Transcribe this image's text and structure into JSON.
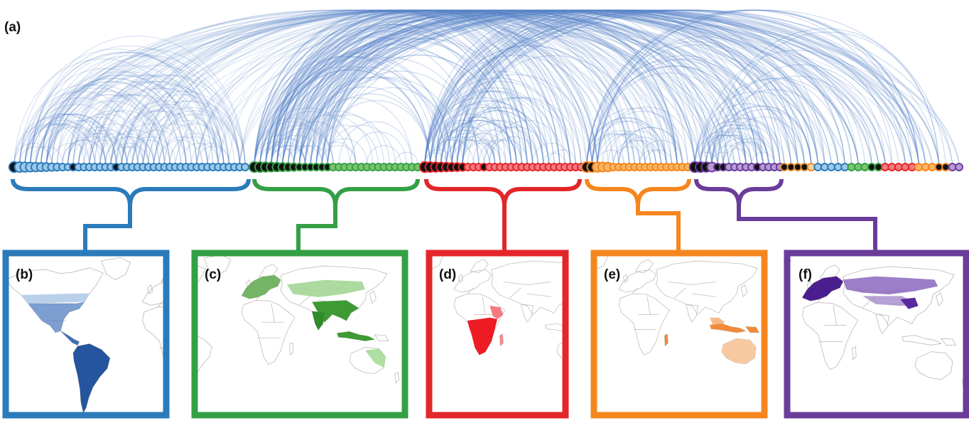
{
  "labels": {
    "main": "(a)",
    "panels": [
      "(b)",
      "(c)",
      "(d)",
      "(e)",
      "(f)"
    ]
  },
  "colors": {
    "arc": "#5b86c9",
    "blue": "#2b7bba",
    "green": "#34a046",
    "red": "#e3262a",
    "orange": "#f5861f",
    "purple": "#6a3d9a",
    "land": "#b8b2aa",
    "node_dark": "#111111"
  },
  "clusters": [
    {
      "name": "blue",
      "color": "#2b7bba",
      "fill": "#9cc9ea",
      "node_count": 44,
      "map_fill": "#2b5fa8",
      "map_light": "#7ba6d8"
    },
    {
      "name": "green",
      "color": "#34a046",
      "fill": "#7cc46e",
      "node_count": 30,
      "map_fill": "#3d9a34",
      "map_light": "#8fd07f"
    },
    {
      "name": "red",
      "color": "#e3262a",
      "fill": "#f07a80",
      "node_count": 30,
      "map_fill": "#ee1c24",
      "map_light": "#f48c8f"
    },
    {
      "name": "orange",
      "color": "#f5861f",
      "fill": "#f7b565",
      "node_count": 20,
      "map_fill": "#f08a3a",
      "map_light": "#f8c9a1"
    },
    {
      "name": "purple",
      "color": "#6a3d9a",
      "fill": "#b79ad6",
      "node_count": 16,
      "map_fill": "#4b1e8f",
      "map_light": "#a58bcc"
    },
    {
      "name": "mixed",
      "color": "#e38b2c",
      "fill": "#f7d59a",
      "node_count": 27,
      "map_fill": "",
      "map_light": ""
    }
  ]
}
